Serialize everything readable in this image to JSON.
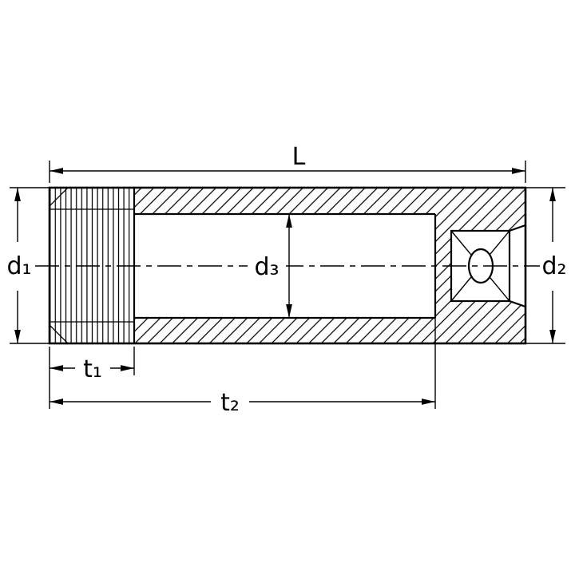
{
  "colors": {
    "bg": "#ffffff",
    "line": "#000000"
  },
  "labels": {
    "length": "L",
    "outer_diameter_left": "d₁",
    "outer_diameter_right": "d₂",
    "bore_diameter": "d₃",
    "hex_socket_depth": "t₁",
    "bore_depth": "t₂"
  }
}
